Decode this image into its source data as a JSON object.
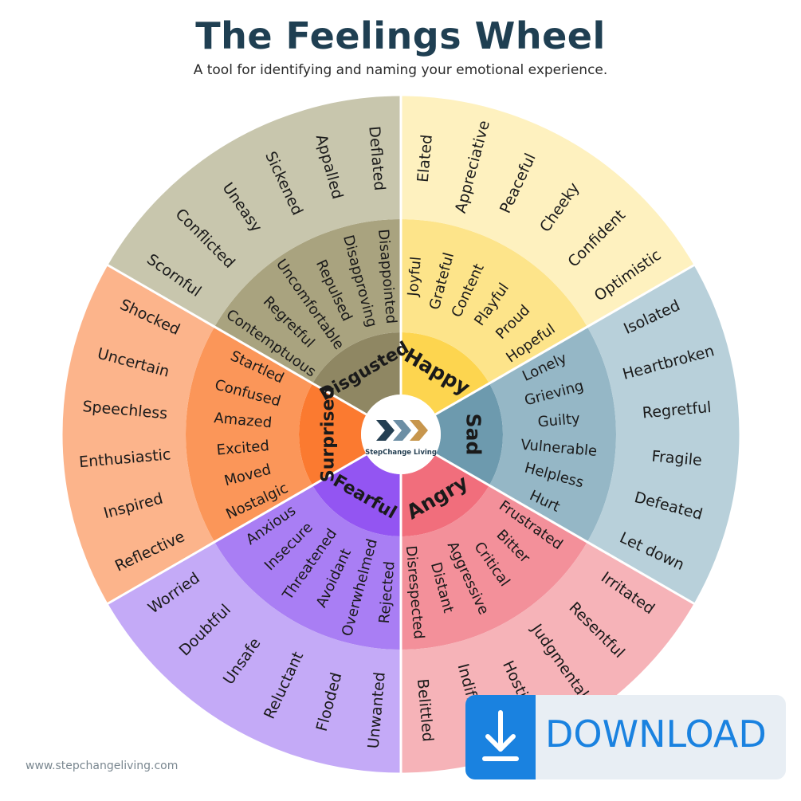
{
  "title": "The Feelings Wheel",
  "subtitle": "A tool for identifying and naming your emotional experience.",
  "logo_text": "StepChange Living",
  "website": "www.stepchangeliving.com",
  "download_label": "DOWNLOAD",
  "colors": {
    "title": "#1f3f52",
    "download_blue": "#1a82e0"
  },
  "emotions": [
    {
      "core": "Happy",
      "colors": [
        "#fdd54f",
        "#fde48a",
        "#fef1bf"
      ],
      "middle": [
        "Joyful",
        "Grateful",
        "Content",
        "Playful",
        "Proud",
        "Hopeful"
      ],
      "outer": [
        "Elated",
        "Appreciative",
        "Peaceful",
        "Cheeky",
        "Confident",
        "Optimistic"
      ]
    },
    {
      "core": "Sad",
      "colors": [
        "#6d9aae",
        "#95b7c6",
        "#b8d0da"
      ],
      "middle": [
        "Lonely",
        "Grieving",
        "Guilty",
        "Vulnerable",
        "Helpless",
        "Hurt"
      ],
      "outer": [
        "Isolated",
        "Heartbroken",
        "Regretful",
        "Fragile",
        "Defeated",
        "Let down"
      ]
    },
    {
      "core": "Angry",
      "colors": [
        "#f16e7c",
        "#f3909a",
        "#f6b3b8"
      ],
      "middle": [
        "Frustrated",
        "Bitter",
        "Critical",
        "Aggressive",
        "Distant",
        "Disrespected"
      ],
      "outer": [
        "Irritated",
        "Resentful",
        "Judgmental",
        "Hostile",
        "Indifferent",
        "Belittled"
      ]
    },
    {
      "core": "Fearful",
      "colors": [
        "#9355f2",
        "#a97ef4",
        "#c4aaf7"
      ],
      "middle": [
        "Rejected",
        "Overwhelmed",
        "Avoidant",
        "Threatened",
        "Insecure",
        "Anxious"
      ],
      "outer": [
        "Unwanted",
        "Flooded",
        "Reluctant",
        "Unsafe",
        "Doubtful",
        "Worried"
      ]
    },
    {
      "core": "Surprised",
      "colors": [
        "#fb7a30",
        "#fb9659",
        "#fcb48b"
      ],
      "middle": [
        "Nostalgic",
        "Moved",
        "Excited",
        "Amazed",
        "Confused",
        "Startled"
      ],
      "outer": [
        "Reflective",
        "Inspired",
        "Enthusiastic",
        "Speechless",
        "Uncertain",
        "Shocked"
      ]
    },
    {
      "core": "Disgusted",
      "colors": [
        "#8f8763",
        "#a9a37f",
        "#c8c6ad"
      ],
      "middle": [
        "Contemptuous",
        "Regretful",
        "Uncomfortable",
        "Repulsed",
        "Disapproving",
        "Disappointed"
      ],
      "outer": [
        "Scornful",
        "Conflicted",
        "Uneasy",
        "Sickened",
        "Appalled",
        "Deflated"
      ]
    }
  ]
}
